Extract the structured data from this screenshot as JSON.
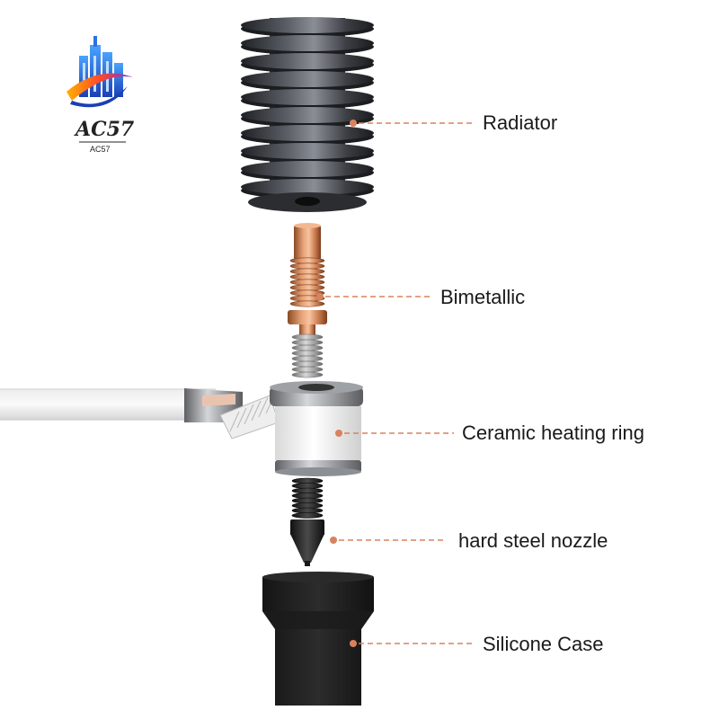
{
  "logo": {
    "text": "AC57",
    "subtext": "AC57"
  },
  "parts": [
    {
      "label": "Radiator"
    },
    {
      "label": "Bimetallic"
    },
    {
      "label": "Ceramic heating ring"
    },
    {
      "label": "hard steel nozzle"
    },
    {
      "label": "Silicone Case"
    }
  ],
  "colors": {
    "leader": "#d9825e",
    "label_text": "#1a1a1a",
    "radiator": "#3a3d42",
    "copper": "#d98a5c",
    "steel": "#a6a6a6",
    "ceramic": "#f2f2f2",
    "nozzle": "#2a2a2a",
    "case": "#1e1e1e"
  }
}
